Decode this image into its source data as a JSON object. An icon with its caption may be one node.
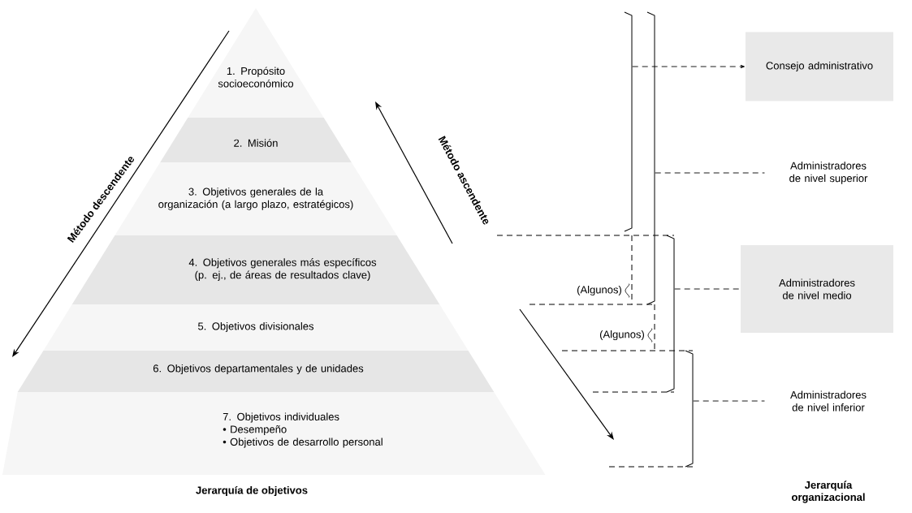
{
  "diagram": {
    "nodes": [
      {
        "text": [
          "1. Propósito socioeconómico"
        ]
      },
      {
        "text": [
          "2. Misión"
        ]
      },
      {
        "text": [
          "3. Objetivos generales de la organización (a largo plazo, estratégicos)"
        ]
      },
      {
        "text": [
          "4. Objetivos generales más específicos (p. ej., de áreas de resultados clave)"
        ]
      },
      {
        "text": [
          "5. Objetivos divisionales"
        ]
      },
      {
        "text": [
          "6. Objetivos departamentales y de unidades"
        ]
      },
      {
        "text": [
          "7. Objetivos individuales",
          "• Desempeño",
          "• Objetivos de desarrollo personal"
        ]
      },
      {
        "text": [
          "Consejo administrativo"
        ]
      },
      {
        "text": [
          "Administradores de nivel superior"
        ]
      },
      {
        "text": [
          "Administradores de nivel medio"
        ]
      },
      {
        "text": [
          "Administradores de nivel inferior"
        ]
      },
      {
        "text": [],
        "shape": "bracket"
      },
      {
        "text": [],
        "shape": "bracket"
      },
      {
        "text": [],
        "shape": "bracket"
      },
      {
        "text": [],
        "shape": "bracket"
      }
    ],
    "edges": [
      {
        "from": 11,
        "to": 7,
        "arrow": "to",
        "style": "dashed"
      },
      {
        "from": 12,
        "to": 8,
        "arrow": "none",
        "style": "dashed"
      },
      {
        "from": 13,
        "to": 9,
        "arrow": "none",
        "style": "dashed"
      },
      {
        "from": 14,
        "to": 10,
        "arrow": "none",
        "style": "dashed"
      }
    ],
    "labels": [
      "Método descendente",
      "Método ascendente",
      "(Algunos)",
      "(Algunos)",
      "Jerarquía de objetivos",
      "Jerarquía organizacional"
    ]
  }
}
